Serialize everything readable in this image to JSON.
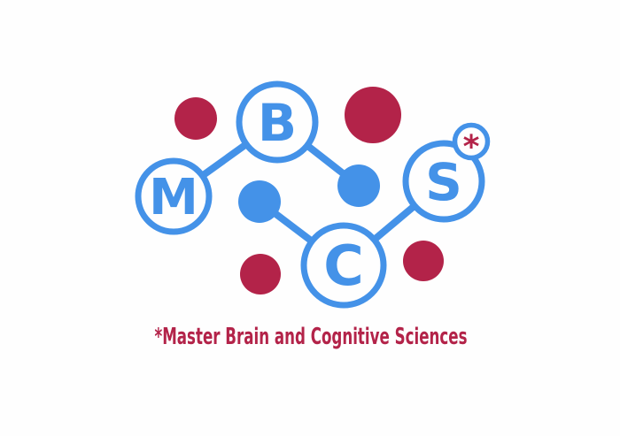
{
  "logo": {
    "nodes": [
      {
        "id": "m",
        "letter": "M"
      },
      {
        "id": "b",
        "letter": "B"
      },
      {
        "id": "c",
        "letter": "C"
      },
      {
        "id": "s",
        "letter": "S"
      }
    ],
    "asterisk_mark": "*",
    "caption": "*Master Brain and Cognitive Sciences",
    "colors": {
      "blue": "#4492e8",
      "crimson": "#b32349",
      "background": "#fefefe"
    }
  }
}
